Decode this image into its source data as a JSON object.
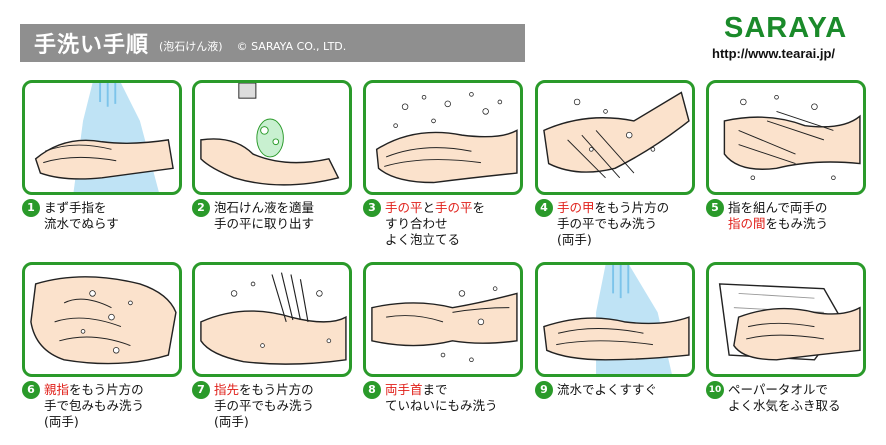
{
  "header": {
    "title": "手洗い手順",
    "subtitle": "(泡石けん液)",
    "copyright": "© SARAYA CO., LTD."
  },
  "brand": {
    "logo_text": "SARAYA",
    "url": "http://www.tearai.jp/"
  },
  "colors": {
    "accent": "#2a9a2a",
    "highlight": "#e0201a",
    "header_bg": "#8f8f8f"
  },
  "steps": [
    {
      "num": "1",
      "line1": "まず手指を",
      "line2": "流水でぬらす",
      "icon": "rinse-hands-icon"
    },
    {
      "num": "2",
      "line1": "泡石けん液を適量",
      "line2": "手の平に取り出す",
      "icon": "soap-dispense-icon"
    },
    {
      "num": "3",
      "line1_red_a": "手の平",
      "line1_mid": "と",
      "line1_red_b": "手の平",
      "line1_end": "を",
      "line2": "すり合わせ",
      "line3": "よく泡立てる",
      "icon": "rub-palms-icon"
    },
    {
      "num": "4",
      "line1_red": "手の甲",
      "line1_end": "をもう片方の",
      "line2": "手の平でもみ洗う",
      "line3": "(両手)",
      "icon": "back-of-hand-icon"
    },
    {
      "num": "5",
      "line1": "指を組んで両手の",
      "line2_red": "指の間",
      "line2_end": "をもみ洗う",
      "icon": "interlace-fingers-icon"
    },
    {
      "num": "6",
      "line1_red": "親指",
      "line1_end": "をもう片方の",
      "line2": "手で包みもみ洗う",
      "line3": "(両手)",
      "icon": "thumb-wash-icon"
    },
    {
      "num": "7",
      "line1_red": "指先",
      "line1_end": "をもう片方の",
      "line2": "手の平でもみ洗う",
      "line3": "(両手)",
      "icon": "fingertip-wash-icon"
    },
    {
      "num": "8",
      "line1_red": "両手首",
      "line1_end": "まで",
      "line2": "ていねいにもみ洗う",
      "icon": "wrist-wash-icon"
    },
    {
      "num": "9",
      "line1": "流水でよくすすぐ",
      "icon": "rinse-water-icon"
    },
    {
      "num": "10",
      "line1": "ペーパータオルで",
      "line2": "よく水気をふき取る",
      "icon": "paper-towel-icon"
    }
  ]
}
